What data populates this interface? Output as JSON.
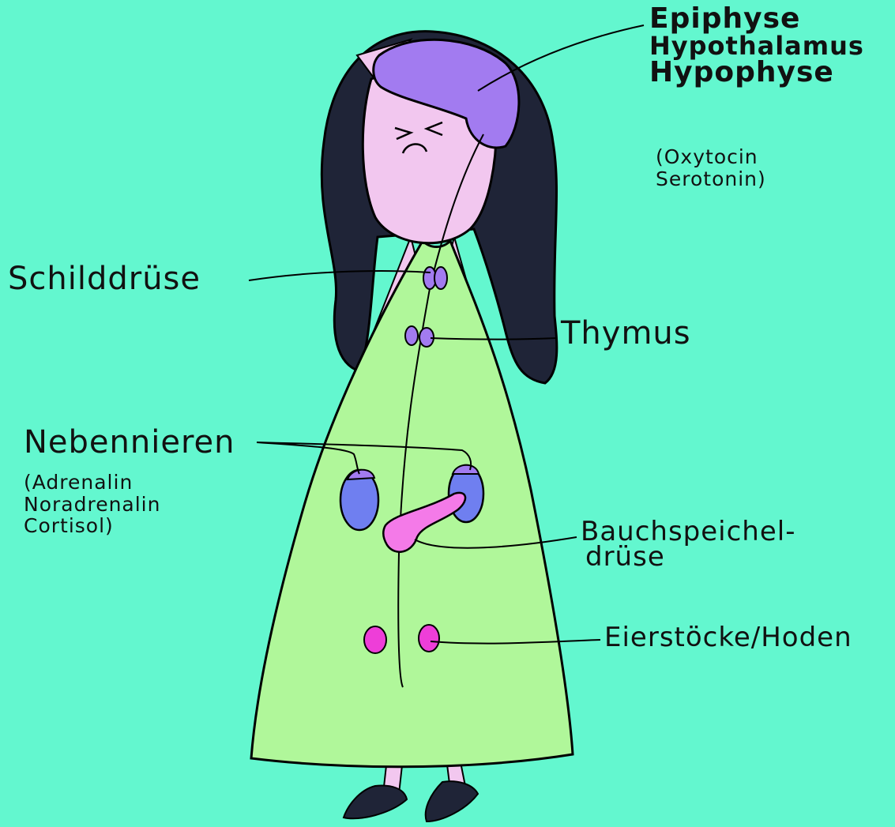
{
  "labels": {
    "top_group": [
      "Epiphyse",
      "Hypothalamus",
      "Hypophyse"
    ],
    "top_note": [
      "(Oxytocin",
      "Serotonin)"
    ],
    "thyroid": "Schilddrüse",
    "thymus": "Thymus",
    "adrenal": "Nebennieren",
    "adrenal_note": [
      "(Adrenalin",
      "Noradrenalin",
      "Cortisol)"
    ],
    "pancreas": [
      "Bauchspeichel-",
      "drüse"
    ],
    "gonads": "Eierstöcke/Hoden"
  },
  "colors": {
    "background": "#63f7cf",
    "hair": "#1f2437",
    "skin": "#f2c7ef",
    "dress": "#b0f79a",
    "brain": "#a27bf0",
    "glands_small": "#a27bf0",
    "adrenals": "#6f7ff0",
    "pancreas": "#f47ae8",
    "ovaries": "#ee3ed8"
  }
}
